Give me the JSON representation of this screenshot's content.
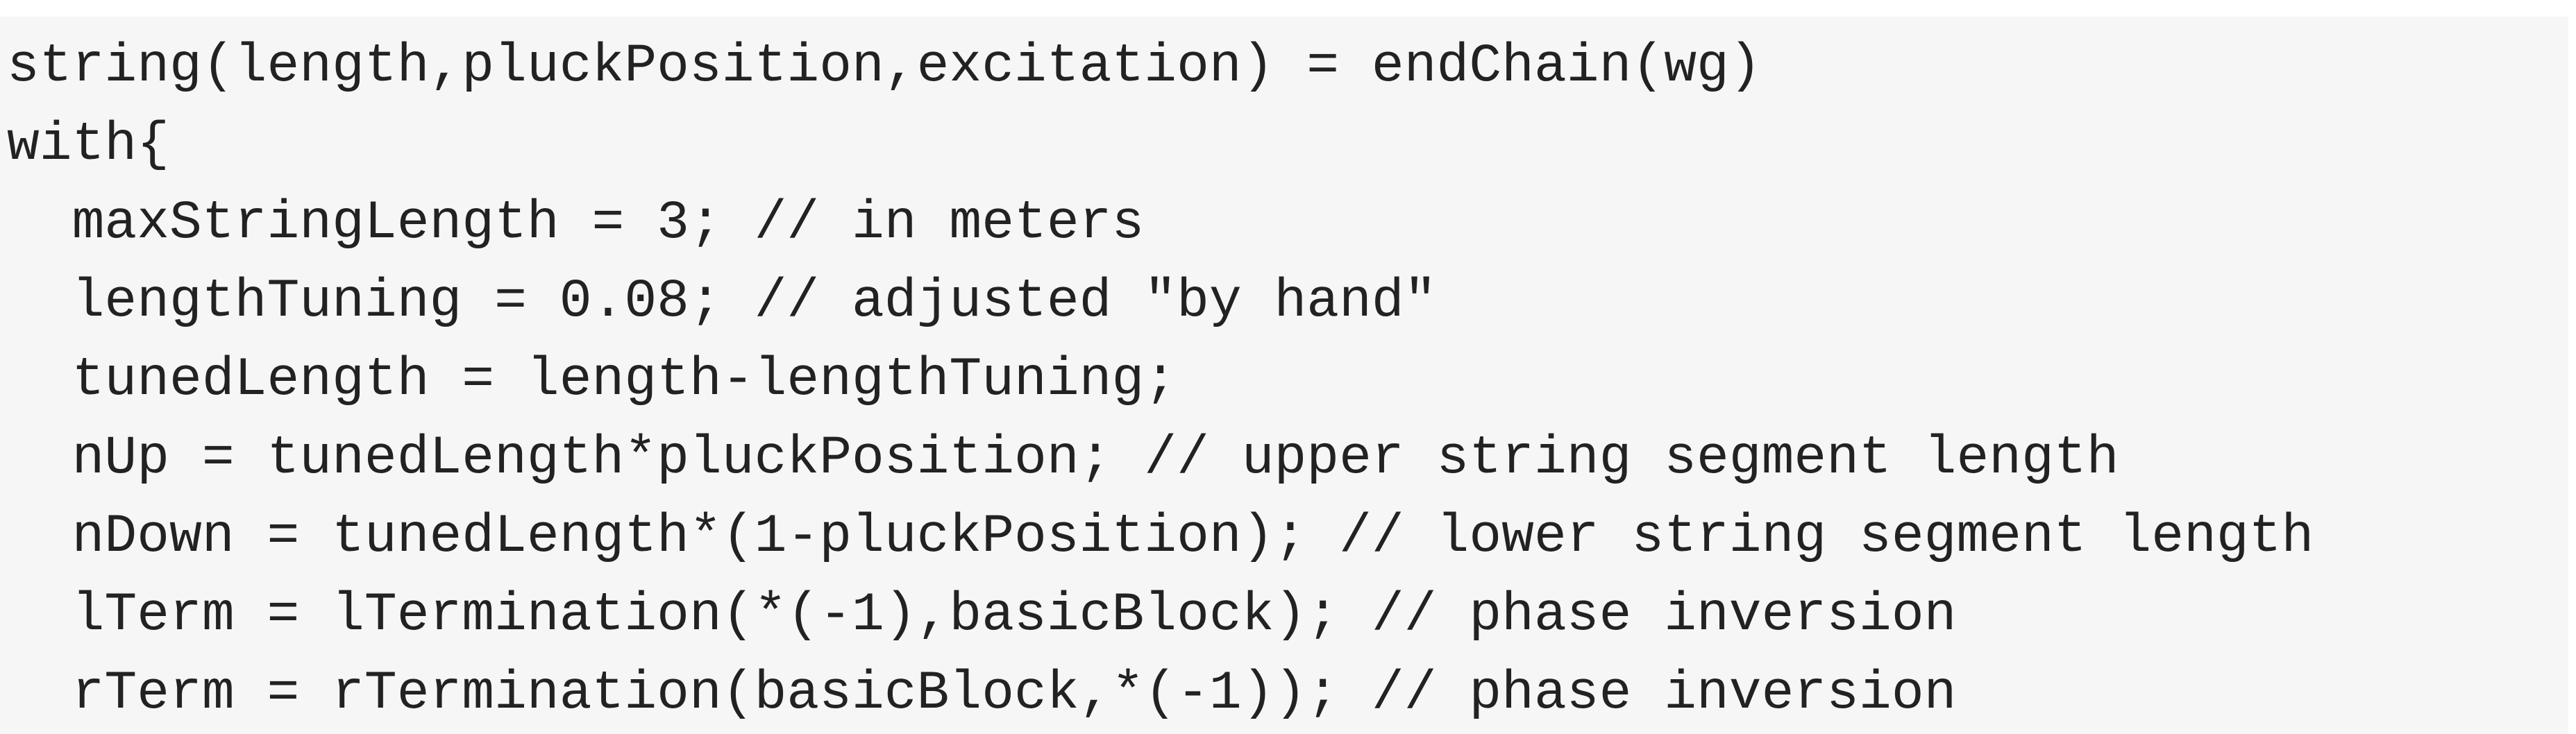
{
  "code": {
    "lines": [
      "string(length,pluckPosition,excitation) = endChain(wg)",
      "with{",
      "  maxStringLength = 3; // in meters",
      "  lengthTuning = 0.08; // adjusted \"by hand\"",
      "  tunedLength = length-lengthTuning;",
      "  nUp = tunedLength*pluckPosition; // upper string segment length",
      "  nDown = tunedLength*(1-pluckPosition); // lower string segment length",
      "  lTerm = lTermination(*(-1),basicBlock); // phase inversion",
      "  rTerm = rTermination(basicBlock,*(-1)); // phase inversion"
    ]
  }
}
